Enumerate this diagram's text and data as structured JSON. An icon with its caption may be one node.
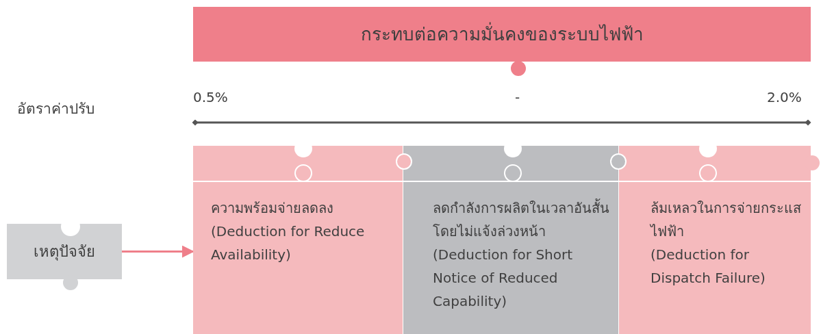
{
  "diagram": {
    "nodes": [
      {
        "text": [
          "กระทบต่อความมั่นคงของระบบไฟฟ้า"
        ]
      },
      {
        "text": [
          "เหตุปัจจัย"
        ]
      },
      {
        "text": [
          "ความพร้อมจ่ายลดลง",
          "(Deduction for Reduce Availability)"
        ]
      },
      {
        "text": [
          "ลดกำลังการผลิตในเวลาอันสั้นโดยไม่แจ้งล่วงหน้า",
          "(Deduction for Short Notice of Reduced Capability)"
        ]
      },
      {
        "text": [
          "ล้มเหลวในการจ่ายกระแสไฟฟ้า",
          "(Deduction for Dispatch Failure)"
        ]
      }
    ],
    "edges": [
      {
        "from": 1,
        "to": 2,
        "arrow": "to",
        "color": "#ef7f8a"
      }
    ],
    "labels": [
      "อัตราค่าปรับ",
      "0.5%",
      "-",
      "2.0%"
    ]
  }
}
